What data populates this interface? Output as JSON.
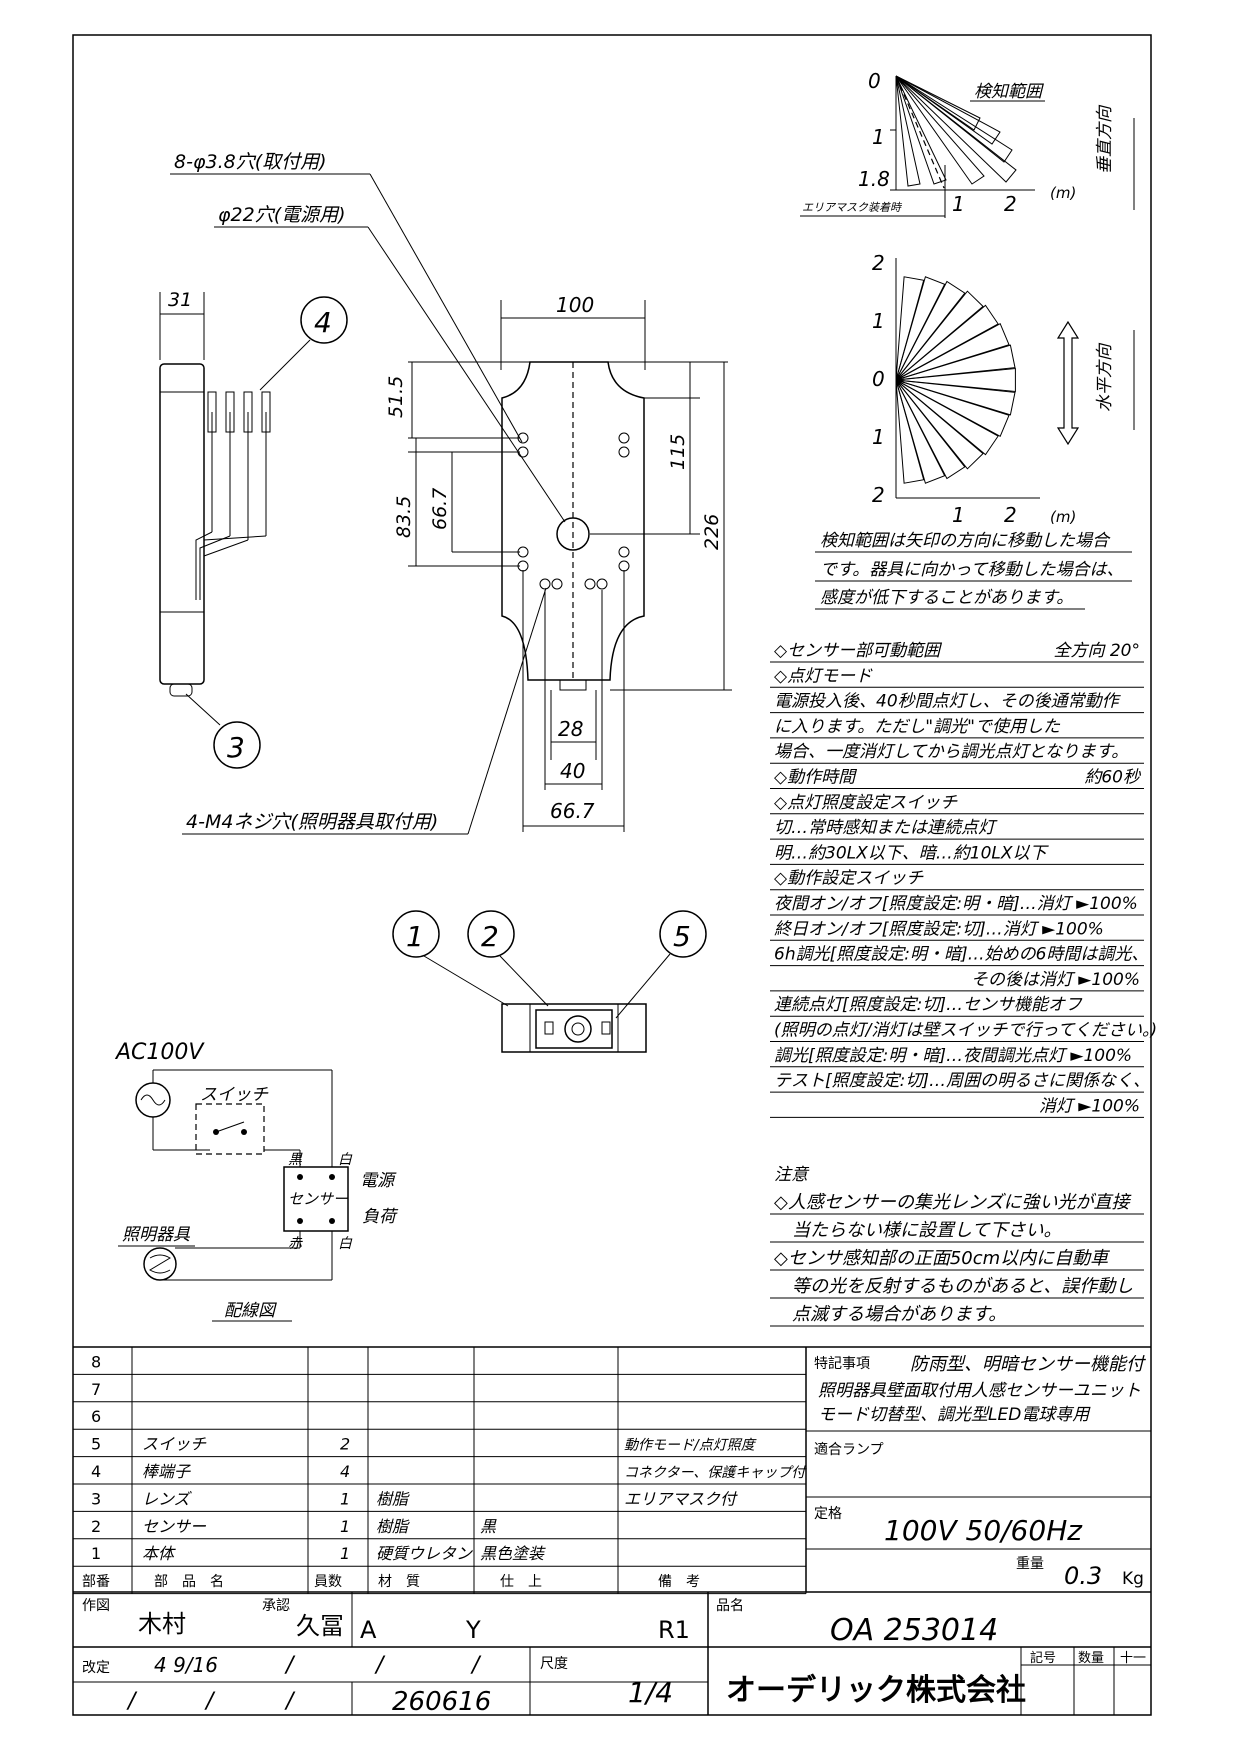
{
  "drawing": {
    "detection_range": {
      "title": "検知範囲",
      "vertical_label": "垂直方向",
      "horizontal_label": "水平方向",
      "area_mask_label": "エリアマスク装着時",
      "unit": "(m)",
      "v_ticks": [
        "0",
        "1",
        "1.8"
      ],
      "v_xticks": [
        "1",
        "2"
      ],
      "h_yticks": [
        "2",
        "1",
        "0",
        "1",
        "2"
      ],
      "h_xticks": [
        "1",
        "2"
      ],
      "note_lines": [
        "検知範囲は矢印の方向に移動した場合",
        "です。器具に向かって移動した場合は、",
        "感度が低下することがあります。"
      ]
    },
    "dimensions": {
      "holes_mount": "8-φ3.8穴(取付用)",
      "hole_power": "φ22穴(電源用)",
      "screw_holes": "4-M4ネジ穴(照明器具取付用)",
      "d31": "31",
      "d100": "100",
      "d51_5": "51.5",
      "d83_5": "83.5",
      "d66_7v": "66.7",
      "d115": "115",
      "d226": "226",
      "d28": "28",
      "d40": "40",
      "d66_7h": "66.7"
    },
    "callouts": [
      "1",
      "2",
      "3",
      "4",
      "5"
    ],
    "wiring": {
      "source": "AC100V",
      "switch": "スイッチ",
      "black": "黒",
      "white1": "白",
      "power": "電源",
      "sensor": "センサー",
      "load": "負荷",
      "red": "赤",
      "white2": "白",
      "lamp": "照明器具",
      "caption": "配線図"
    }
  },
  "specs": [
    {
      "text": "◇センサー部可動範囲",
      "right": "全方向 20°"
    },
    {
      "text": "◇点灯モード",
      "right": ""
    },
    {
      "text": "電源投入後、40秒間点灯し、その後通常動作",
      "right": ""
    },
    {
      "text": "に入ります。ただし\"調光\"で使用した",
      "right": ""
    },
    {
      "text": "場合、一度消灯してから調光点灯となります。",
      "right": ""
    },
    {
      "text": "◇動作時間",
      "right": "約60秒"
    },
    {
      "text": "◇点灯照度設定スイッチ",
      "right": ""
    },
    {
      "text": "切…常時感知または連続点灯",
      "right": ""
    },
    {
      "text": "明…約30LX以下、暗…約10LX以下",
      "right": ""
    },
    {
      "text": "◇動作設定スイッチ",
      "right": ""
    },
    {
      "text": "夜間オン/オフ[照度設定:明・暗]…消灯 ►100%",
      "right": ""
    },
    {
      "text": "終日オン/オフ[照度設定:切]…消灯 ►100%",
      "right": ""
    },
    {
      "text": "6h調光[照度設定:明・暗]…始めの6時間は調光、",
      "right": ""
    },
    {
      "text": "",
      "right": "その後は消灯 ►100%"
    },
    {
      "text": "連続点灯[照度設定:切]…センサ機能オフ",
      "right": ""
    },
    {
      "text": "(照明の点灯/消灯は壁スイッチで行ってください。)",
      "right": ""
    },
    {
      "text": "調光[照度設定:明・暗]…夜間調光点灯 ►100%",
      "right": ""
    },
    {
      "text": "テスト[照度設定:切]…周囲の明るさに関係なく、",
      "right": ""
    },
    {
      "text": "",
      "right": "消灯 ►100%"
    }
  ],
  "notes": {
    "heading": "注意",
    "lines": [
      "◇人感センサーの集光レンズに強い光が直接",
      "当たらない様に設置して下さい。",
      "◇センサ感知部の正面50cm以内に自動車",
      "等の光を反射するものがあると、誤作動し",
      "点滅する場合があります。"
    ]
  },
  "parts": {
    "headers": [
      "部番",
      "部　品　名",
      "員数",
      "材　質",
      "仕　上",
      "備　考"
    ],
    "rows": [
      {
        "no": "8",
        "name": "",
        "qty": "",
        "material": "",
        "finish": "",
        "note": ""
      },
      {
        "no": "7",
        "name": "",
        "qty": "",
        "material": "",
        "finish": "",
        "note": ""
      },
      {
        "no": "6",
        "name": "",
        "qty": "",
        "material": "",
        "finish": "",
        "note": ""
      },
      {
        "no": "5",
        "name": "スイッチ",
        "qty": "2",
        "material": "",
        "finish": "",
        "note": "動作モード/点灯照度"
      },
      {
        "no": "4",
        "name": "棒端子",
        "qty": "4",
        "material": "",
        "finish": "",
        "note": "コネクター、保護キャップ付"
      },
      {
        "no": "3",
        "name": "レンズ",
        "qty": "1",
        "material": "樹脂",
        "finish": "",
        "note": "エリアマスク付"
      },
      {
        "no": "2",
        "name": "センサー",
        "qty": "1",
        "material": "樹脂",
        "finish": "黒",
        "note": ""
      },
      {
        "no": "1",
        "name": "本体",
        "qty": "1",
        "material": "硬質ウレタン",
        "finish": "黒色塗装",
        "note": ""
      }
    ]
  },
  "special_notes": {
    "label": "特記事項",
    "lines": [
      "防雨型、明暗センサー機能付",
      "照明器具壁面取付用人感センサーユニット",
      "モード切替型、調光型LED電球専用"
    ]
  },
  "lamp": {
    "label": "適合ランプ",
    "value": ""
  },
  "rating": {
    "label": "定格",
    "value": "100V 50/60Hz"
  },
  "weight": {
    "label": "重量",
    "value": "0.3",
    "unit": "Kg"
  },
  "title_block": {
    "drawn_label": "作図",
    "drawn_by": "木村",
    "approved_label": "承認",
    "approved_by": "久冨",
    "code_a": "A",
    "code_y": "Y",
    "rev": "R1",
    "product_label": "品名",
    "product_no": "OA 253014",
    "revised_label": "改定",
    "revised_date": "4 9/16",
    "scale_label": "尺度",
    "scale_value": "1/4",
    "company": "オーデリック株式会社",
    "number_label": "記号",
    "qty_label": "数量",
    "dash_label": "十一",
    "date_code": "260616",
    "slash": "/"
  }
}
